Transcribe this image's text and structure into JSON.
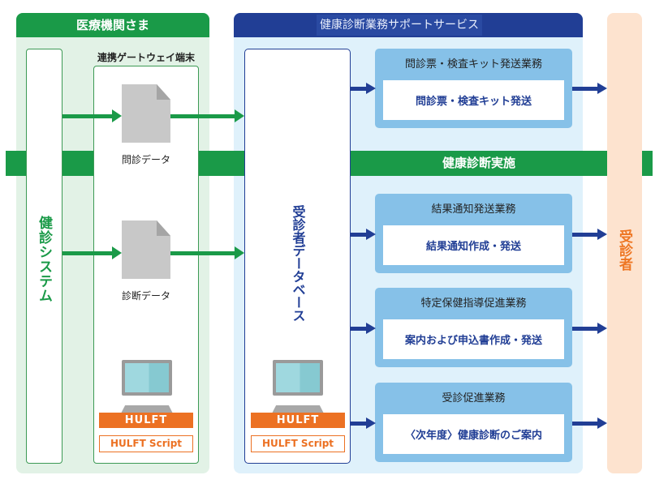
{
  "medical_institution": {
    "header": "医療機関さま",
    "system_label": "健診システム",
    "gateway_title": "連携ゲートウェイ端末",
    "documents": [
      {
        "label": "問診データ",
        "icon": "document-icon"
      },
      {
        "label": "診断データ",
        "icon": "document-icon"
      }
    ],
    "software": {
      "primary": "HULFT",
      "secondary": "HULFT Script"
    }
  },
  "support_service": {
    "header": "健康診断業務サポートサービス",
    "database_label": "受診者データベース",
    "software": {
      "primary": "HULFT",
      "secondary": "HULFT Script"
    },
    "services": [
      {
        "title": "問診票・検査キット発送業務",
        "action": "問診票・検査キット発送"
      },
      {
        "title": "結果通知発送業務",
        "action": "結果通知作成・発送"
      },
      {
        "title": "特定保健指導促進業務",
        "action": "案内および申込書作成・発送"
      },
      {
        "title": "受診促進業務",
        "action": "〈次年度〉健康診断のご案内"
      }
    ]
  },
  "band_label": "健康診断実施",
  "recipient_label": "受診者",
  "colors": {
    "medical_green": "#1a9a48",
    "service_navy": "#213e95",
    "service_box_blue": "#86c1e8",
    "recipient_orange": "#ee7623",
    "hulft_orange": "#ec7123"
  }
}
